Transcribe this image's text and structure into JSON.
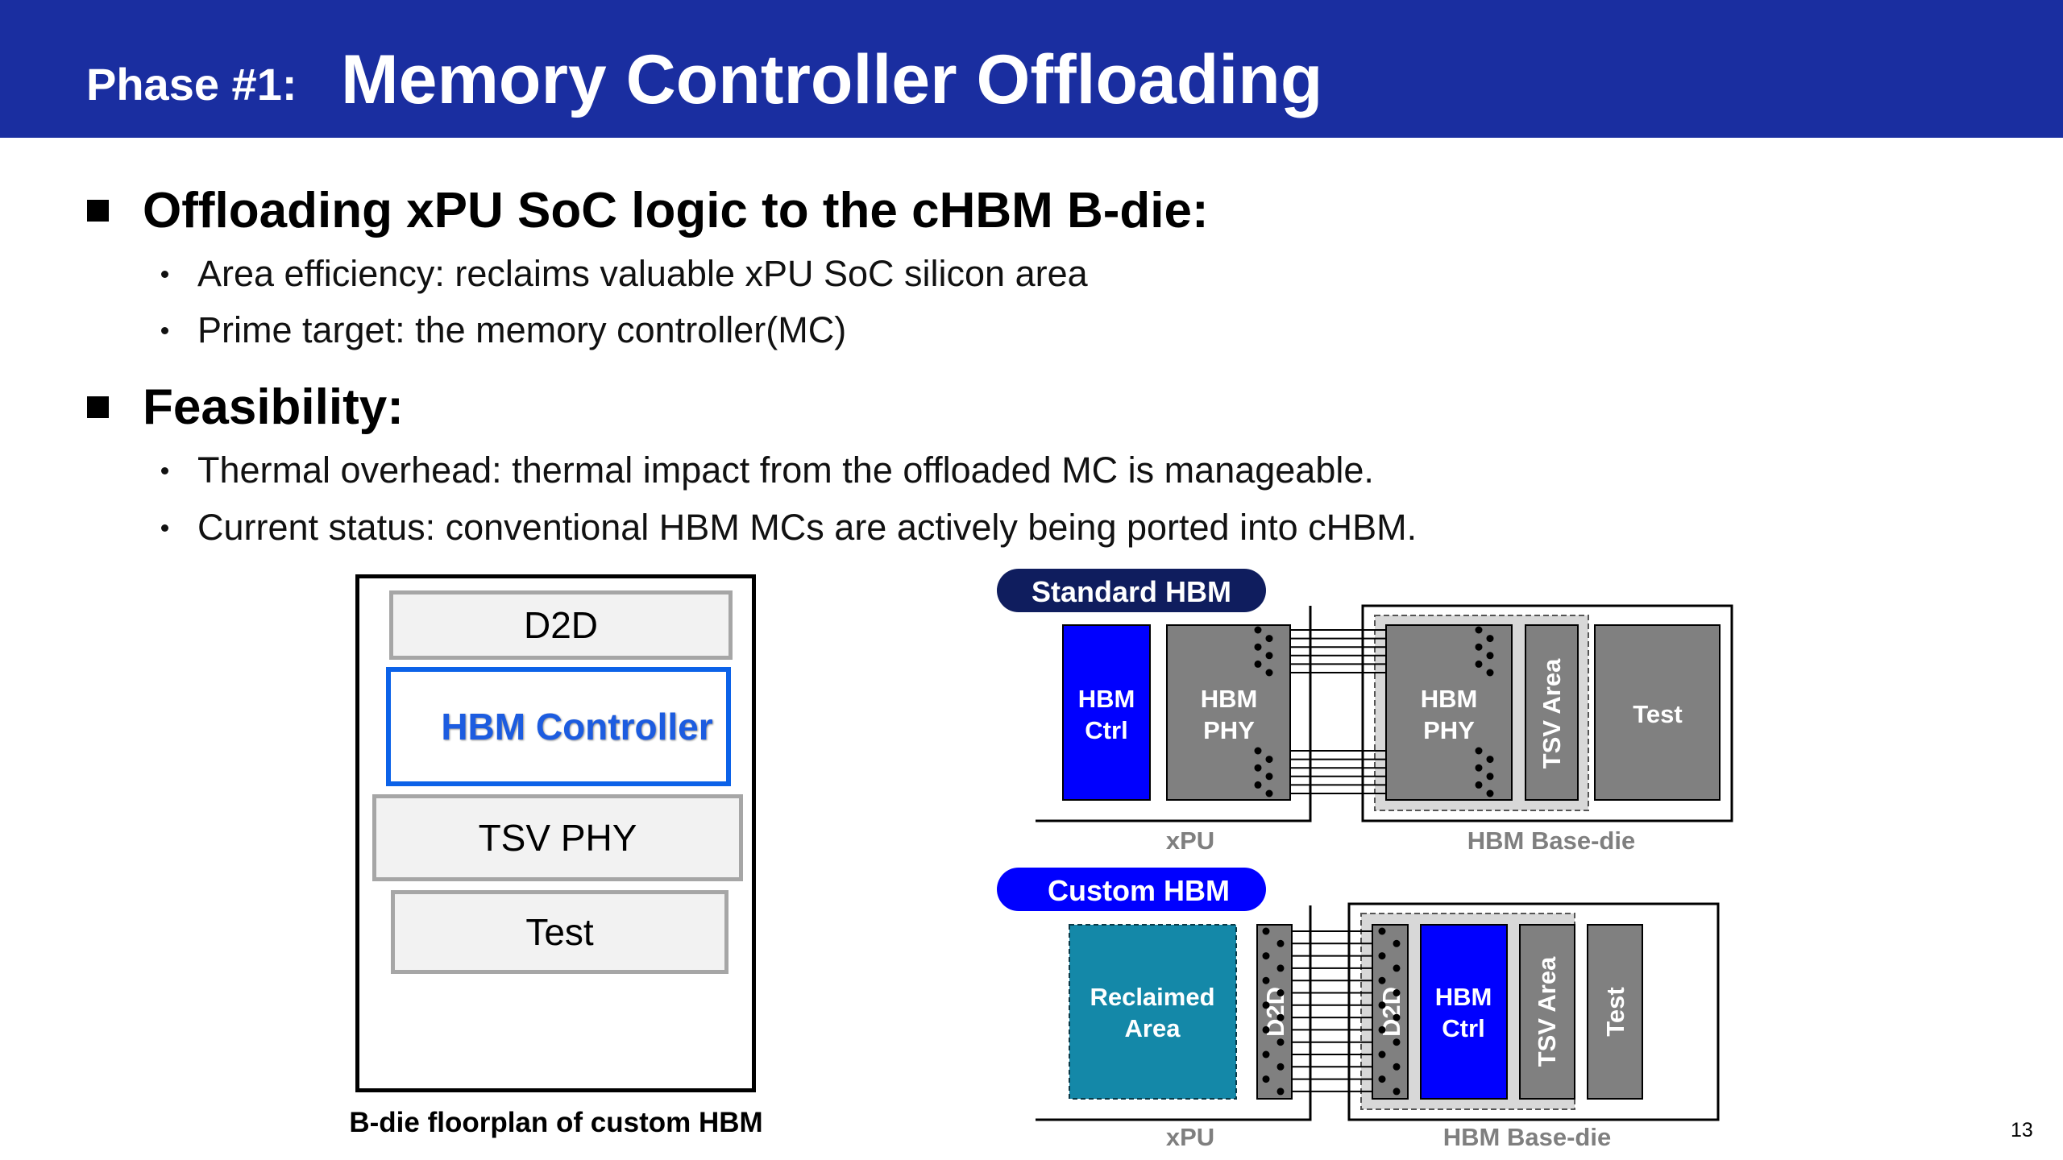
{
  "title": {
    "prefix": "Phase #1:",
    "main": "Memory Controller Offloading"
  },
  "sections": [
    {
      "heading": "Offloading xPU SoC logic to the cHBM B-die:",
      "bullets": [
        "Area efficiency: reclaims valuable xPU SoC silicon area",
        "Prime target: the memory controller(MC)"
      ]
    },
    {
      "heading": "Feasibility:",
      "bullets": [
        "Thermal overhead: thermal impact from the offloaded MC is manageable.",
        "Current status: conventional HBM MCs are actively being ported into cHBM."
      ]
    }
  ],
  "floorplan": {
    "blocks": [
      "D2D",
      "HBM Controller",
      "TSV PHY",
      "Test"
    ],
    "caption": "B-die floorplan of custom HBM"
  },
  "standard_hbm": {
    "label": "Standard HBM",
    "xpu_blocks": [
      [
        "HBM",
        "Ctrl"
      ],
      [
        "HBM",
        "PHY"
      ]
    ],
    "base_blocks": [
      [
        "HBM",
        "PHY"
      ],
      "TSV Area",
      "Test"
    ],
    "xpu_caption": "xPU",
    "base_caption": "HBM Base-die"
  },
  "custom_hbm": {
    "label": "Custom HBM",
    "xpu_blocks": [
      [
        "Reclaimed",
        "Area"
      ],
      "D2D"
    ],
    "base_blocks": [
      "D2D",
      [
        "HBM",
        "Ctrl"
      ],
      "TSV Area",
      "Test"
    ],
    "xpu_caption": "xPU",
    "base_caption": "HBM Base-die"
  },
  "page_number": "13",
  "colors": {
    "title_bar": "#1a2ea0",
    "ctrl_blue": "#0000ff",
    "block_gray": "#808080",
    "reclaimed_teal": "#1488a8",
    "controller_text": "#1c5ce0"
  }
}
